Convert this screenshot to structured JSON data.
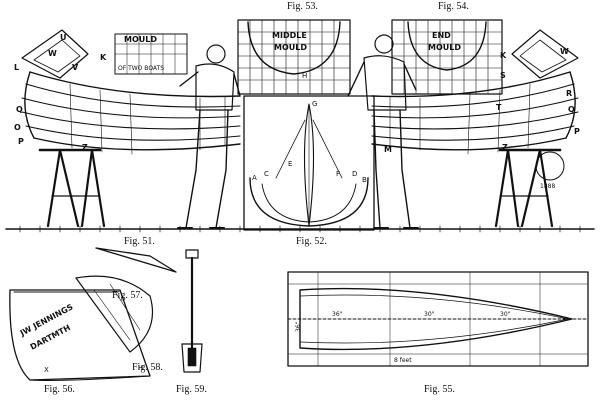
{
  "captions": {
    "fig53": "Fig. 53.",
    "fig54": "Fig. 54.",
    "fig51": "Fig. 51.",
    "fig52": "Fig. 52.",
    "fig56": "Fig. 56.",
    "fig57": "Fig. 57.",
    "fig58": "Fig. 58.",
    "fig59": "Fig. 59.",
    "fig55": "Fig. 55."
  },
  "labels": {
    "moulds_top": "MOULD",
    "moulds_bottom": "OF TWO BOATS",
    "middle": "MIDDLE",
    "mould": "MOULD",
    "end": "END",
    "end_mould": "MOULD",
    "letters_a": "A",
    "letters_b": "B",
    "letters_c": "C",
    "letters_d": "D",
    "letters_e": "E",
    "letters_f": "F",
    "letters_g": "G",
    "letters_h": "H",
    "letters_k": "K",
    "letters_l": "L",
    "letters_m": "M",
    "letters_o": "O",
    "letters_p": "P",
    "letters_q": "Q",
    "letters_r": "R",
    "letters_s": "S",
    "letters_t": "T",
    "letters_u": "U",
    "letters_v": "V",
    "letters_w": "W",
    "letters_x": "X",
    "letters_z": "Z",
    "stamp_year": "1888",
    "fig56_text_a": "JW JENNINGS",
    "fig56_text_b": "DARTMTH",
    "fig55_dim1": "36\"",
    "fig55_dim2": "30\"",
    "fig55_dim3": "30\"",
    "fig55_dim4": "36\"",
    "fig55_length": "8 feet"
  }
}
